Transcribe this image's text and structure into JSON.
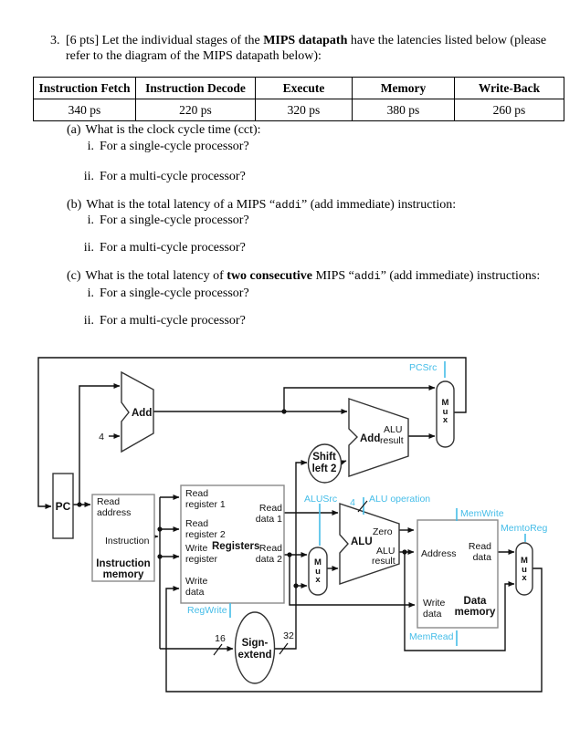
{
  "question": {
    "number": "3.",
    "l1_pre": "[6 pts] Let the individual stages of the ",
    "l1_bold": "MIPS datapath",
    "l1_post": " have the latencies listed below (please",
    "l2": "refer to the diagram of the MIPS datapath below):"
  },
  "table": {
    "headers": [
      "Instruction Fetch",
      "Instruction Decode",
      "Execute",
      "Memory",
      "Write-Back"
    ],
    "values": [
      "340 ps",
      "220 ps",
      "320 ps",
      "380 ps",
      "260 ps"
    ]
  },
  "parts": {
    "a_label": "(a)",
    "a_text": "What is the clock cycle time (cct):",
    "b_label": "(b)",
    "b_pre": "What is the total latency of a MIPS “",
    "b_code": "addi",
    "b_post": "” (add immediate) instruction:",
    "c_label": "(c)",
    "c_pre": "What is the total latency of ",
    "c_bold": "two consecutive",
    "c_mid": " MIPS “",
    "c_code": "addi",
    "c_post": "” (add immediate) instructions:",
    "roman_i": "i.",
    "roman_ii": "ii.",
    "sub_i": "For a single-cycle processor?",
    "sub_ii": "For a multi-cycle processor?"
  },
  "diagram": {
    "control_color": "#45bde8",
    "wire_color": "#111111",
    "pc": {
      "name": "PC"
    },
    "adder_top": {
      "name": "Add"
    },
    "const4": "4",
    "adder_branch": {
      "name": "Add",
      "result_l1": "ALU",
      "result_l2": "result"
    },
    "imem": {
      "read_address_l1": "Read",
      "read_address_l2": "address",
      "instruction": "Instruction",
      "name_l1": "Instruction",
      "name_l2": "memory"
    },
    "regs": {
      "rr1_l1": "Read",
      "rr1_l2": "register 1",
      "rr2_l1": "Read",
      "rr2_l2": "register 2",
      "wr_l1": "Write",
      "wr_l2": "register",
      "wd_l1": "Write",
      "wd_l2": "data",
      "name": "Registers",
      "rd1_l1": "Read",
      "rd1_l2": "data 1",
      "rd2_l1": "Read",
      "rd2_l2": "data 2"
    },
    "alu": {
      "zero": "Zero",
      "name": "ALU",
      "result_l1": "ALU",
      "result_l2": "result"
    },
    "dmem": {
      "address": "Address",
      "read_data_l1": "Read",
      "read_data_l2": "data",
      "write_data_l1": "Write",
      "write_data_l2": "data",
      "name_l1": "Data",
      "name_l2": "memory"
    },
    "sign_extend": {
      "name_l1": "Sign-",
      "name_l2": "extend",
      "in_width": "16",
      "out_width": "32"
    },
    "shift_left": {
      "name_l1": "Shift",
      "name_l2": "left 2"
    },
    "mux": {
      "m": "M",
      "u": "u",
      "x": "x"
    },
    "controls": {
      "pcsrc": "PCSrc",
      "alusrc": "ALUSrc",
      "alu_op_width": "4",
      "alu_op": "ALU operation",
      "memwrite": "MemWrite",
      "memtoreg": "MemtoReg",
      "regwrite": "RegWrite",
      "memread": "MemRead"
    }
  }
}
